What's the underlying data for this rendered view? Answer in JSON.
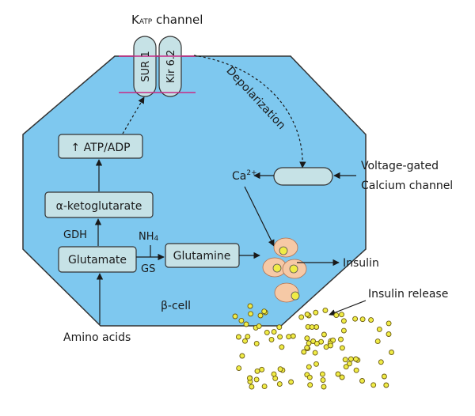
{
  "katp": {
    "k": "K",
    "sub": "ATP",
    "rest": " channel"
  },
  "subunits": {
    "sur1": "SUR 1",
    "kir": "Kir 6.2"
  },
  "depolarization": "Depolarization",
  "boxes": {
    "atp": "↑ ATP/ADP",
    "akg": "α-ketoglutarate",
    "glutamate": "Glutamate",
    "glutamine": "Glutamine"
  },
  "labels": {
    "gdh": "GDH",
    "nh4_base": "NH",
    "nh4_sub": "4",
    "gs": "GS",
    "ca_base": "Ca",
    "ca_sup": "2+",
    "beta_cell": "β-cell",
    "amino_acids": "Amino acids",
    "insulin": "Insulin",
    "insulin_release": "Insulin release",
    "vg_line1": "Voltage-gated",
    "vg_line2": "Calcium channel"
  },
  "colors": {
    "cell_fill": "#7ec8ef",
    "box_fill": "#c6e2e6",
    "vesicle_fill": "#f6c9a6",
    "granule_fill": "#f0ec46",
    "membrane_line": "#c72b86"
  }
}
